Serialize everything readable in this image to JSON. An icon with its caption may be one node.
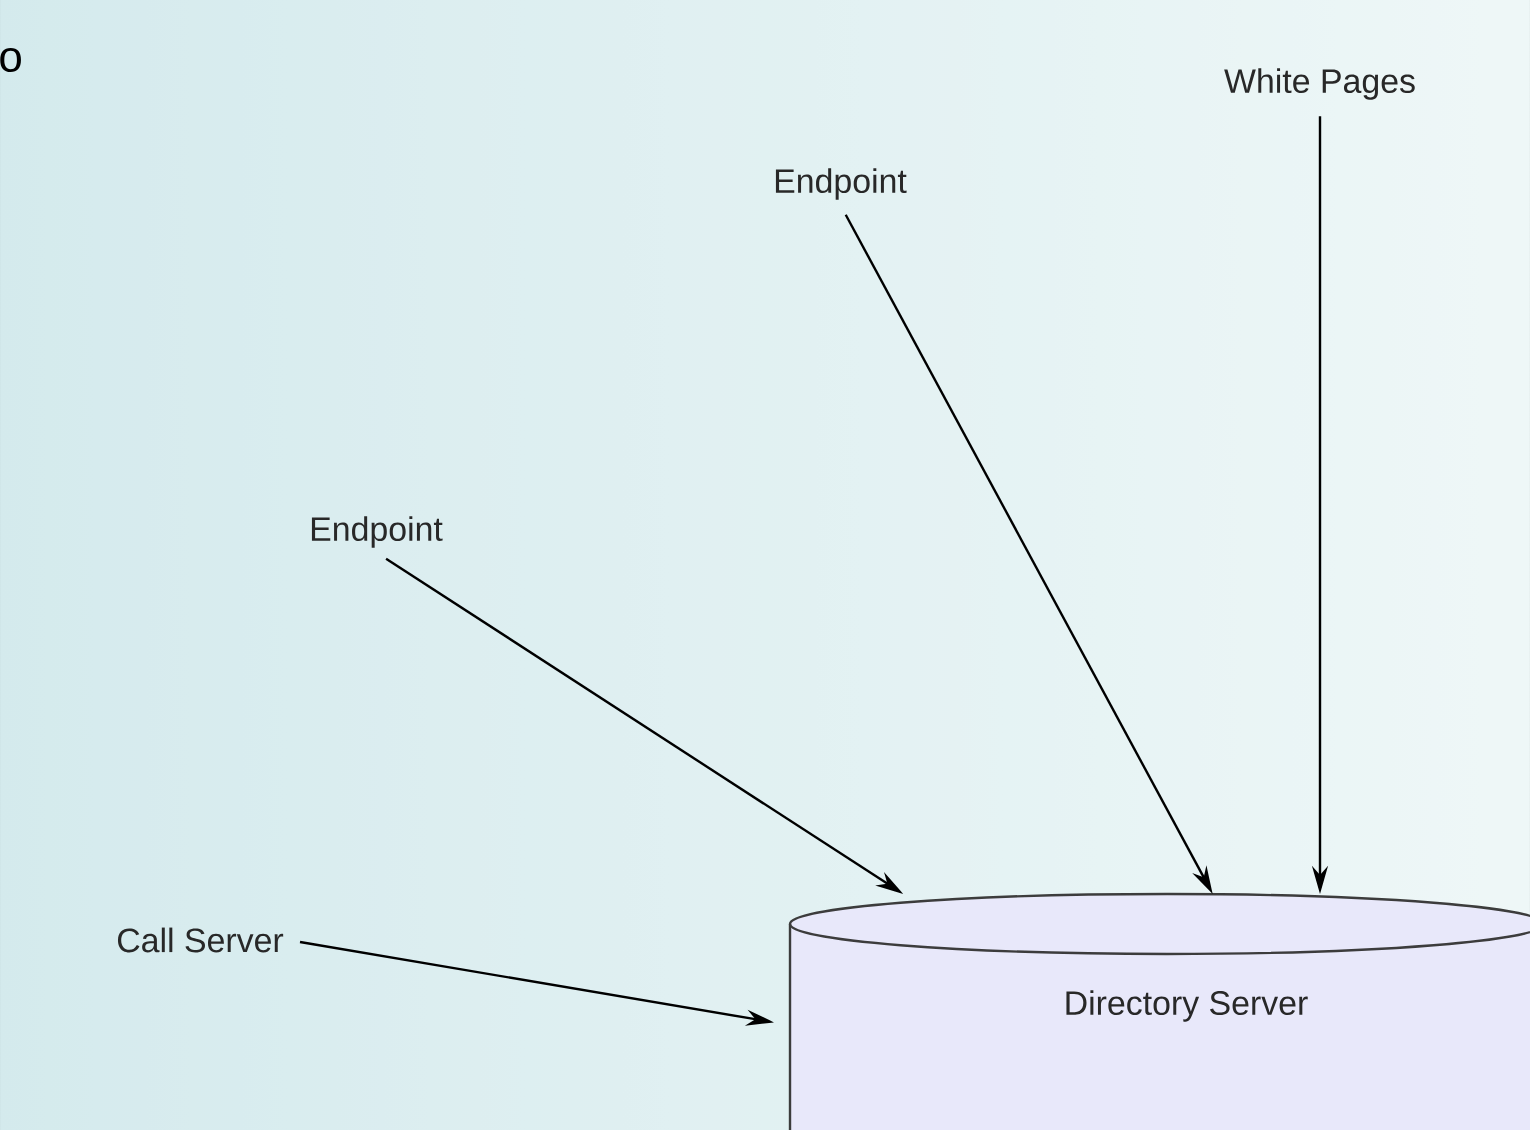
{
  "diagram": {
    "nodes": [
      {
        "text": [
          "White Pages"
        ]
      },
      {
        "text": [
          "Endpoint"
        ]
      },
      {
        "text": [
          "Endpoint"
        ]
      },
      {
        "text": [
          "Call Server"
        ]
      },
      {
        "text": [
          "Directory Server"
        ]
      }
    ],
    "edges": [
      {
        "from": 0,
        "to": 4,
        "arrow": "to"
      },
      {
        "from": 1,
        "to": 4,
        "arrow": "to"
      },
      {
        "from": 2,
        "to": 4,
        "arrow": "to"
      },
      {
        "from": 3,
        "to": 4,
        "arrow": "to"
      }
    ],
    "labels": [
      "o"
    ]
  }
}
